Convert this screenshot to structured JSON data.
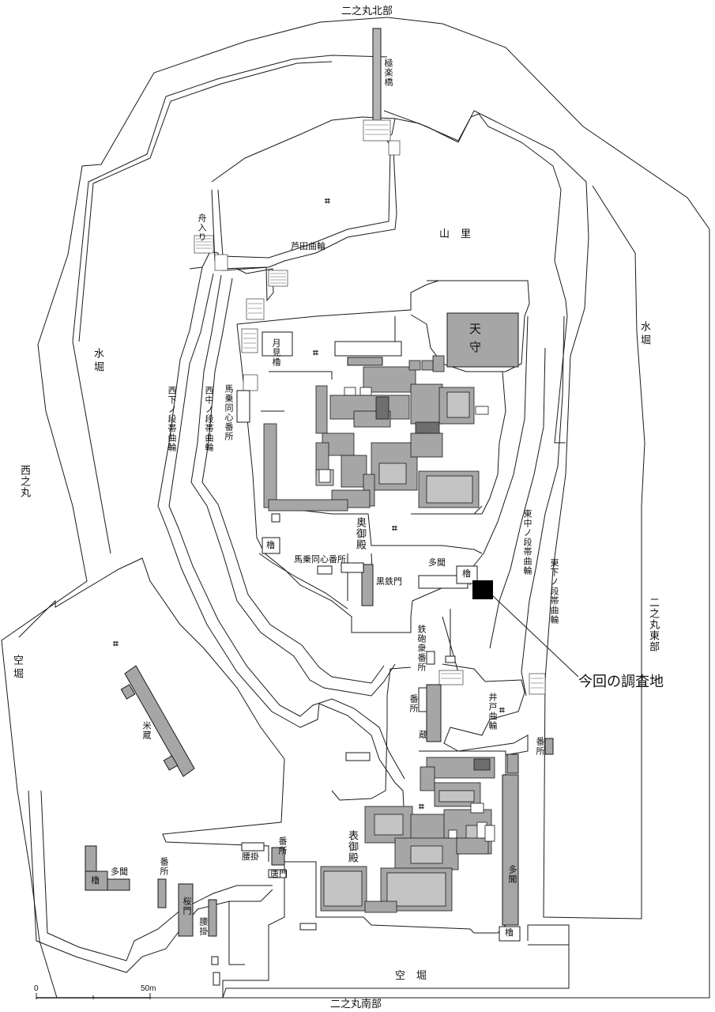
{
  "compass_areas": {
    "north": "二之丸北部",
    "south": "二之丸南部",
    "east": "二之丸東部",
    "west": "西之丸"
  },
  "moats": {
    "water_west": "水堀",
    "water_east": "水堀",
    "dry_west": "空堀",
    "dry_south": "空堀"
  },
  "baileys": {
    "yamazato": "山里",
    "ashida": "芦田曲輪",
    "nishi_gedan": "西下ノ段帯曲輪",
    "nishi_chudan": "西中ノ段帯曲輪",
    "higashi_chudan": "東中ノ段帯曲輪",
    "higashi_gedan": "東下ノ段帯曲輪",
    "ido": "井戸曲輪"
  },
  "buildings": {
    "gokuraku_bashi": "極楽橋",
    "funairi": "舟入り",
    "tenshu": "天守",
    "tsukimi": "月見櫓",
    "bajo_doshin_v": "馬乗同心番所",
    "bajo_doshin_h": "馬乗同心番所",
    "oku_goten": "奥御殿",
    "kurogane_mon": "黒鉄門",
    "tamon_upper": "多聞",
    "yagura_upper": "櫓",
    "yagura_west_mid": "櫓",
    "teppoushu_bansho": "鉄砲衆番所",
    "bansho_mid": "番所",
    "kura": "蔵",
    "bansho_east": "番所",
    "kome_gura": "米蔵",
    "omote_goten": "表御殿",
    "koshikake_1": "腰掛",
    "bansho_south": "番所",
    "kara_mon": "唐門",
    "bansho_left": "番所",
    "sakura_mon": "桜門",
    "koshikake_2": "腰掛",
    "yagura_sw": "櫓",
    "tamon_sw": "多聞",
    "tamon_east": "多聞",
    "yagura_se": "櫓"
  },
  "well_symbol": "⌗",
  "survey_callout": "今回の調査地",
  "scale": {
    "start": "0",
    "end": "50m"
  },
  "colors": {
    "line": "#1a1a1a",
    "building": "#a6a6a6",
    "building_dark": "#6e6e6e",
    "survey": "#000000"
  }
}
